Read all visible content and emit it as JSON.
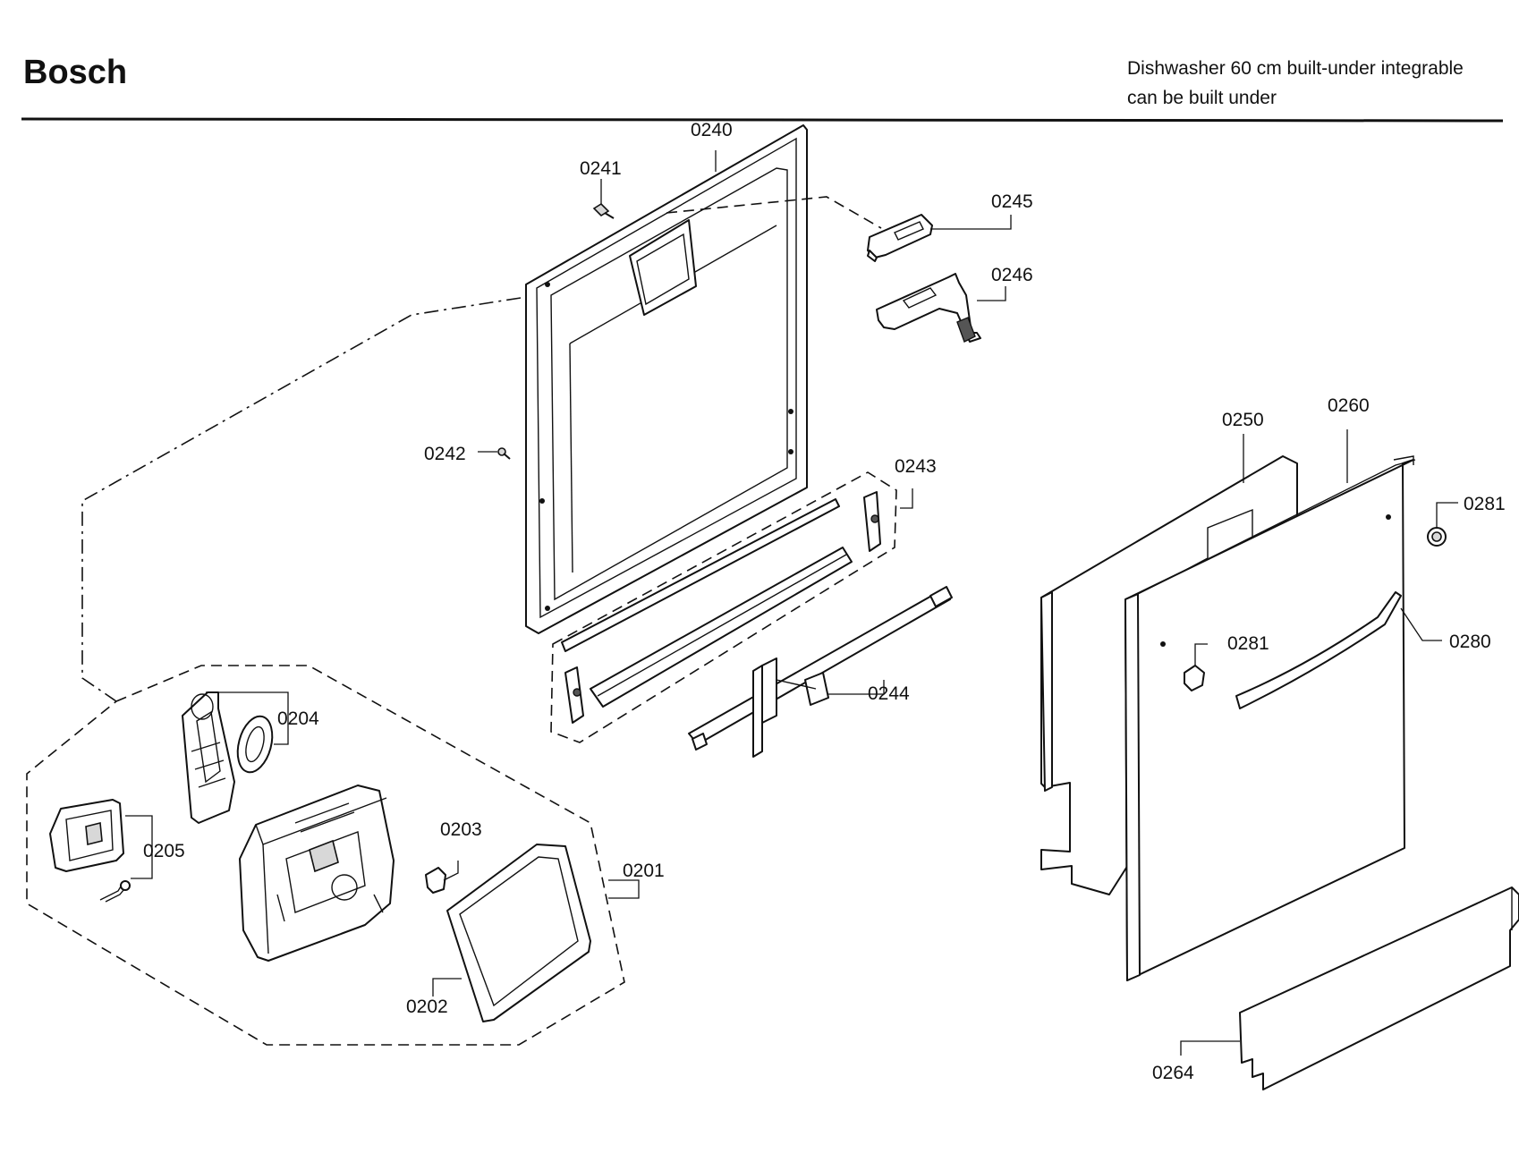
{
  "header": {
    "brand": "Bosch",
    "subtitle_line1": "Dishwasher 60 cm built-under integrable",
    "subtitle_line2": "can be built under"
  },
  "callouts": {
    "p0240": "0240",
    "p0241": "0241",
    "p0242": "0242",
    "p0243": "0243",
    "p0244": "0244",
    "p0245": "0245",
    "p0246": "0246",
    "p0250": "0250",
    "p0260": "0260",
    "p0281a": "0281",
    "p0281b": "0281",
    "p0280": "0280",
    "p0264": "0264",
    "p0204": "0204",
    "p0205": "0205",
    "p0203": "0203",
    "p0201": "0201",
    "p0202": "0202"
  }
}
